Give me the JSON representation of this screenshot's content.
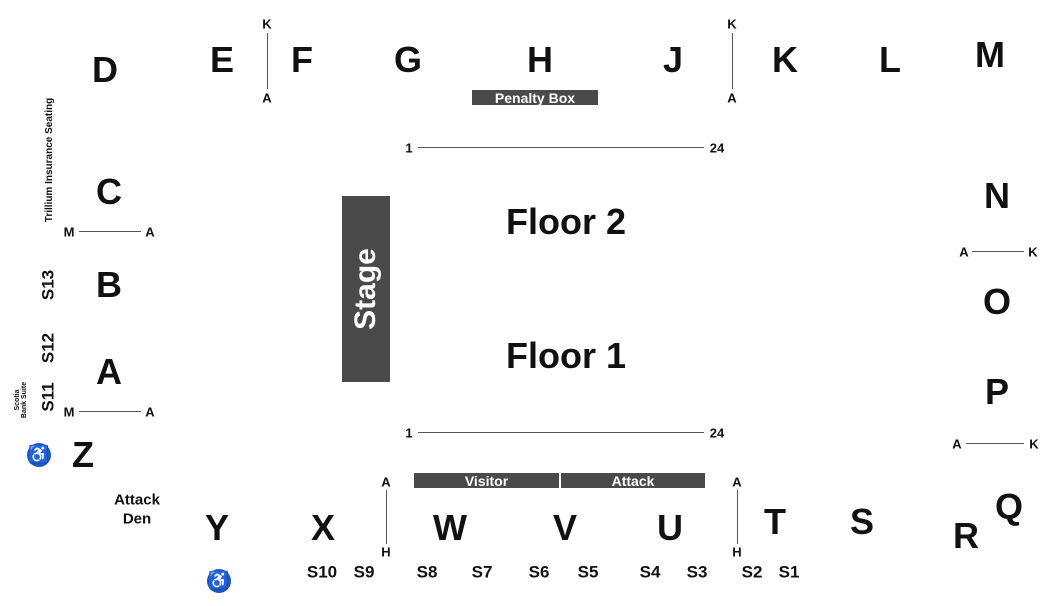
{
  "sections_top": [
    "D",
    "E",
    "F",
    "G",
    "H",
    "J",
    "K",
    "L",
    "M"
  ],
  "sections_right": [
    "N",
    "O",
    "P",
    "Q",
    "R",
    "S",
    "T"
  ],
  "sections_bottom": [
    "U",
    "V",
    "W",
    "X",
    "Y",
    "Z"
  ],
  "sections_left": [
    "C",
    "B",
    "A"
  ],
  "row_markers": {
    "ef_top": "K",
    "ef_bottom": "A",
    "jk_top": "K",
    "jk_bottom": "A",
    "c_left": "M",
    "c_right": "A",
    "a_left": "M",
    "a_right": "A",
    "n_left": "A",
    "n_right": "K",
    "p_left": "A",
    "p_right": "K",
    "xw_top": "A",
    "xw_bottom": "H",
    "ut_top": "A",
    "ut_bottom": "H"
  },
  "floor_rows": {
    "top_start": "1",
    "top_end": "24",
    "bottom_start": "1",
    "bottom_end": "24"
  },
  "floors": {
    "floor2": "Floor 2",
    "floor1": "Floor 1"
  },
  "stage_label": "Stage",
  "benches": {
    "penalty_box": "Penalty Box",
    "visitor": "Visitor",
    "attack": "Attack"
  },
  "suites": [
    "S13",
    "S12",
    "S11",
    "S10",
    "S9",
    "S8",
    "S7",
    "S6",
    "S5",
    "S4",
    "S3",
    "S2",
    "S1"
  ],
  "side_labels": {
    "trillium": "Trillium Insurance Seating",
    "scotia": "Scotia Bank Suite"
  },
  "attack_den": {
    "line1": "Attack",
    "line2": "Den"
  },
  "icons": {
    "accessible": "wheelchair-icon"
  },
  "colors": {
    "bar": "#4a4a4a",
    "accessible": "#1a56c8"
  }
}
